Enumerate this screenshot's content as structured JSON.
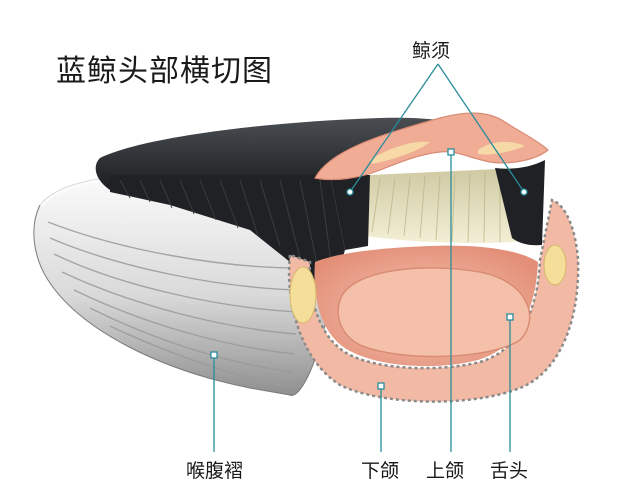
{
  "title": "蓝鲸头部横切图",
  "labels": {
    "baleen": "鲸须",
    "throat_grooves": "喉腹褶",
    "lower_jaw": "下颌",
    "upper_jaw": "上颌",
    "tongue": "舌头"
  },
  "colors": {
    "leader_line": "#2a8c9a",
    "head_top": "#2b2e31",
    "baleen_plates": "#1f2124",
    "baleen_bristles": "#e9e4c6",
    "flesh": "#e9a58f",
    "flesh_light": "#f4c4b1",
    "tongue": "#f0b39d",
    "jaw_bone": "#f5dd9a",
    "throat_skin": "#e8e8e8",
    "throat_shadow": "#9a9a9a"
  }
}
